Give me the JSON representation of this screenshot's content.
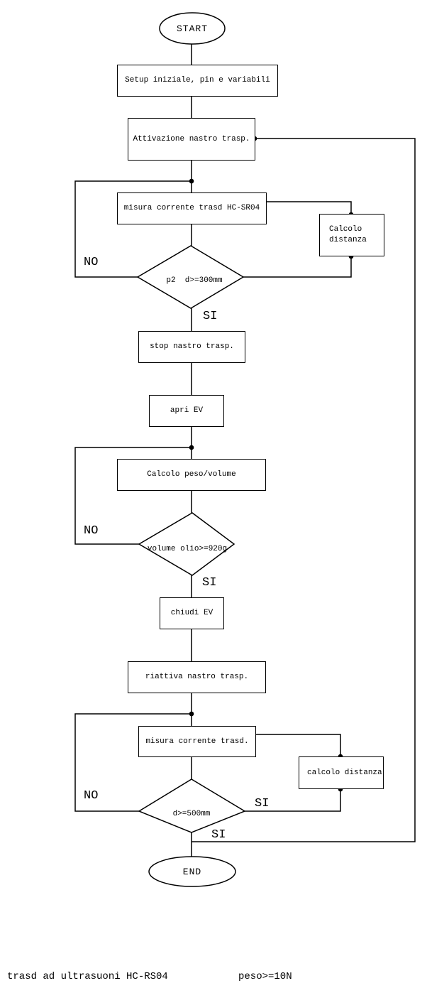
{
  "diagram": {
    "nodes": {
      "start": "START",
      "setup": "Setup iniziale, pin e variabili",
      "attivazione_nastro": "Attivazione nastro trasp.",
      "misura_corrente_1": "misura corrente trasd HC-SR04",
      "calcolo_distanza_1": {
        "line1": "Calcolo",
        "line2": "distanza"
      },
      "decisione_1": "p2  d>=300mm",
      "stop_nastro": "stop nastro trasp.",
      "apri_ev": "apri EV",
      "calcolo_peso_volume": "Calcolo peso/volume",
      "decisione_2": "volume olio>=920g",
      "chiudi_ev": "chiudi EV",
      "riattiva_nastro": "riattiva nastro trasp.",
      "misura_corrente_2": "misura corrente trasd.",
      "calcolo_distanza_2": "calcolo distanza",
      "decisione_3": "d>=500mm",
      "end": "END"
    },
    "branch_labels": {
      "d1_no": "NO",
      "d1_si": "SI",
      "d2_no": "NO",
      "d2_si": "SI",
      "d3_no": "NO",
      "d3_si_right": "SI",
      "d3_si_return": "SI"
    },
    "footnotes": {
      "left": "trasd ad ultrasuoni HC-RS04",
      "right": "peso>=10N"
    },
    "colors": {
      "stroke": "#000000",
      "background": "#ffffff"
    }
  }
}
